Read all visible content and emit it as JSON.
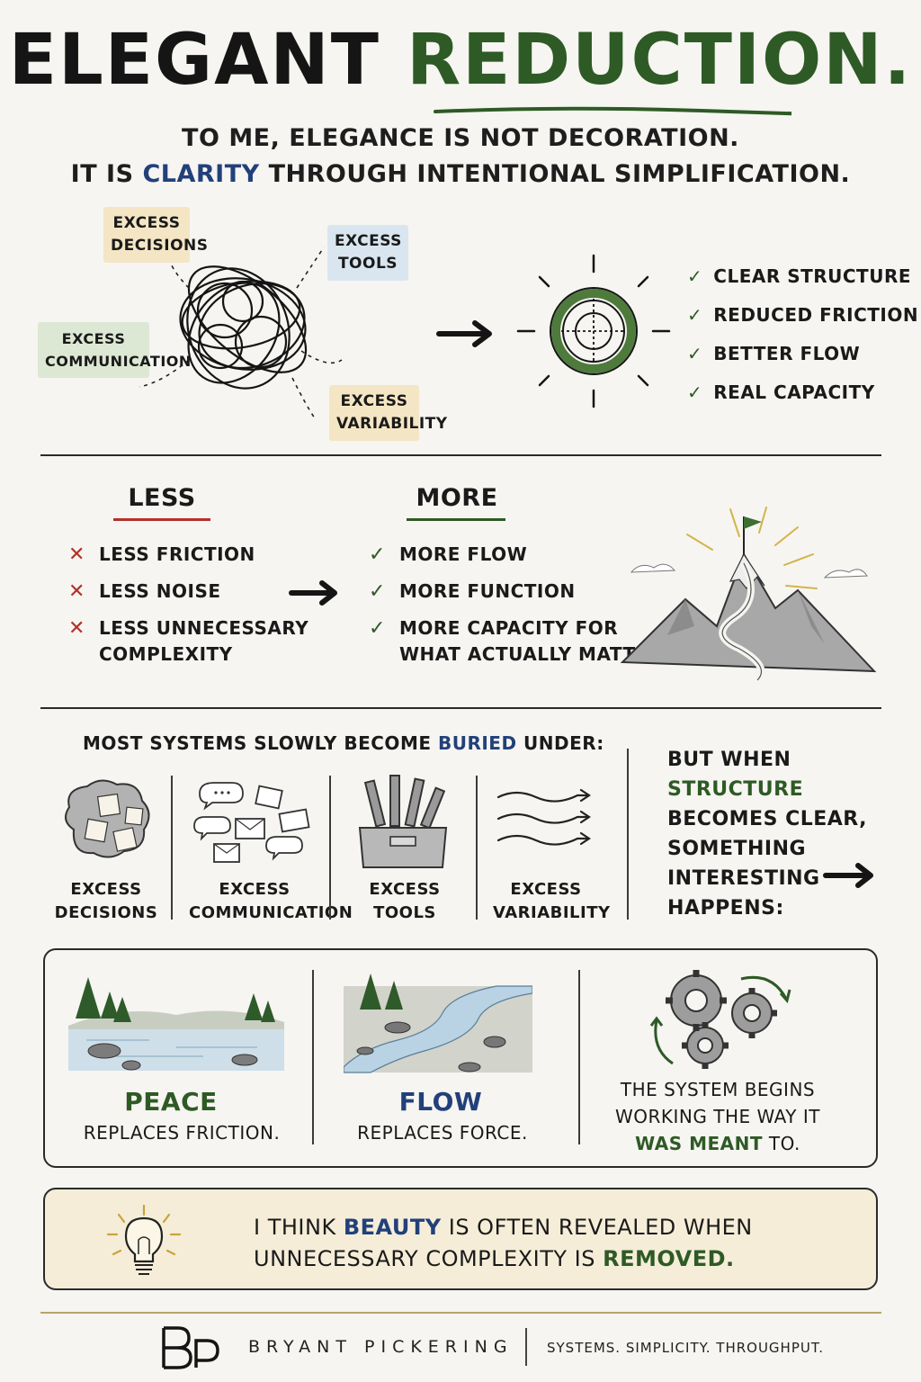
{
  "header": {
    "title_part1": "ELEGANT",
    "title_part2": "REDUCTION.",
    "subtitle_line1": "TO ME, ELEGANCE IS NOT DECORATION.",
    "subtitle_line2_pre": "IT IS",
    "subtitle_line2_highlight": "CLARITY",
    "subtitle_line2_post": "THROUGH INTENTIONAL SIMPLIFICATION."
  },
  "chaos": {
    "notes": [
      {
        "line1": "EXCESS",
        "line2": "DECISIONS"
      },
      {
        "line1": "EXCESS",
        "line2": "TOOLS"
      },
      {
        "line1": "EXCESS",
        "line2": "COMMUNICATION"
      },
      {
        "line1": "EXCESS",
        "line2": "VARIABILITY"
      }
    ]
  },
  "outcomes": [
    "CLEAR STRUCTURE",
    "REDUCED FRICTION",
    "BETTER FLOW",
    "REAL CAPACITY"
  ],
  "less_more": {
    "less_title": "LESS",
    "more_title": "MORE",
    "less_items": [
      "LESS FRICTION",
      "LESS NOISE",
      "LESS UNNECESSARY",
      "COMPLEXITY"
    ],
    "more_items": [
      "MORE FLOW",
      "MORE FUNCTION",
      "MORE CAPACITY FOR",
      "WHAT ACTUALLY MATTERS"
    ]
  },
  "buried": {
    "intro_pre": "MOST SYSTEMS SLOWLY BECOME",
    "intro_highlight": "BURIED",
    "intro_post": "UNDER:",
    "items": [
      {
        "line1": "EXCESS",
        "line2": "DECISIONS"
      },
      {
        "line1": "EXCESS",
        "line2": "COMMUNICATION"
      },
      {
        "line1": "EXCESS",
        "line2": "TOOLS"
      },
      {
        "line1": "EXCESS",
        "line2": "VARIABILITY"
      }
    ],
    "but_when": "BUT WHEN",
    "structure": "STRUCTURE",
    "rest_lines": [
      "BECOMES CLEAR,",
      "SOMETHING",
      "INTERESTING",
      "HAPPENS:"
    ]
  },
  "results": {
    "peace_title": "PEACE",
    "peace_sub": "REPLACES FRICTION.",
    "flow_title": "FLOW",
    "flow_sub": "REPLACES FORCE.",
    "system_line1": "THE SYSTEM BEGINS",
    "system_line2": "WORKING THE WAY IT",
    "system_line3_green": "WAS MEANT",
    "system_line3_post": "TO."
  },
  "quote": {
    "line1_pre": "I THINK",
    "line1_highlight": "BEAUTY",
    "line1_post": "IS OFTEN REVEALED WHEN",
    "line2_pre": "UNNECESSARY COMPLEXITY IS",
    "line2_highlight": "REMOVED."
  },
  "footer": {
    "brand": "BRYANT PICKERING",
    "tagline": "SYSTEMS. SIMPLICITY. THROUGHPUT."
  },
  "colors": {
    "accent_green": "#2e5a25",
    "accent_blue": "#22407a",
    "accent_red": "#b3302a",
    "quote_bg": "#f5edd8"
  }
}
